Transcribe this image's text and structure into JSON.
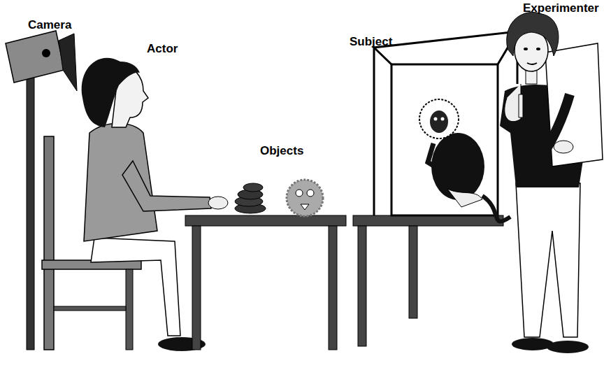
{
  "diagram": {
    "labels": [
      "Experimenter",
      "Camera",
      "Actor",
      "Subject",
      "Objects"
    ]
  }
}
